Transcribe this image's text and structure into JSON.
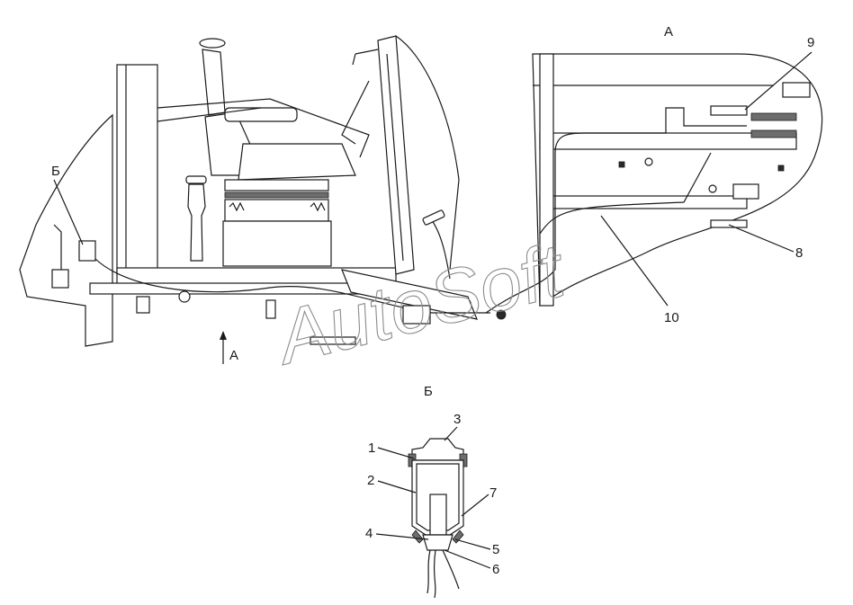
{
  "views": {
    "main_view_label": "Б",
    "arrow_label": "А",
    "detail_a_title": "А",
    "detail_b_title": "Б"
  },
  "callouts": {
    "c1": "1",
    "c2": "2",
    "c3": "3",
    "c4": "4",
    "c5": "5",
    "c6": "6",
    "c7": "7",
    "c8": "8",
    "c9": "9",
    "c10": "10"
  },
  "watermark": "AutoSoft",
  "colors": {
    "line": "#1a1a1a",
    "background": "#ffffff",
    "watermark": "#8c8c8c"
  }
}
